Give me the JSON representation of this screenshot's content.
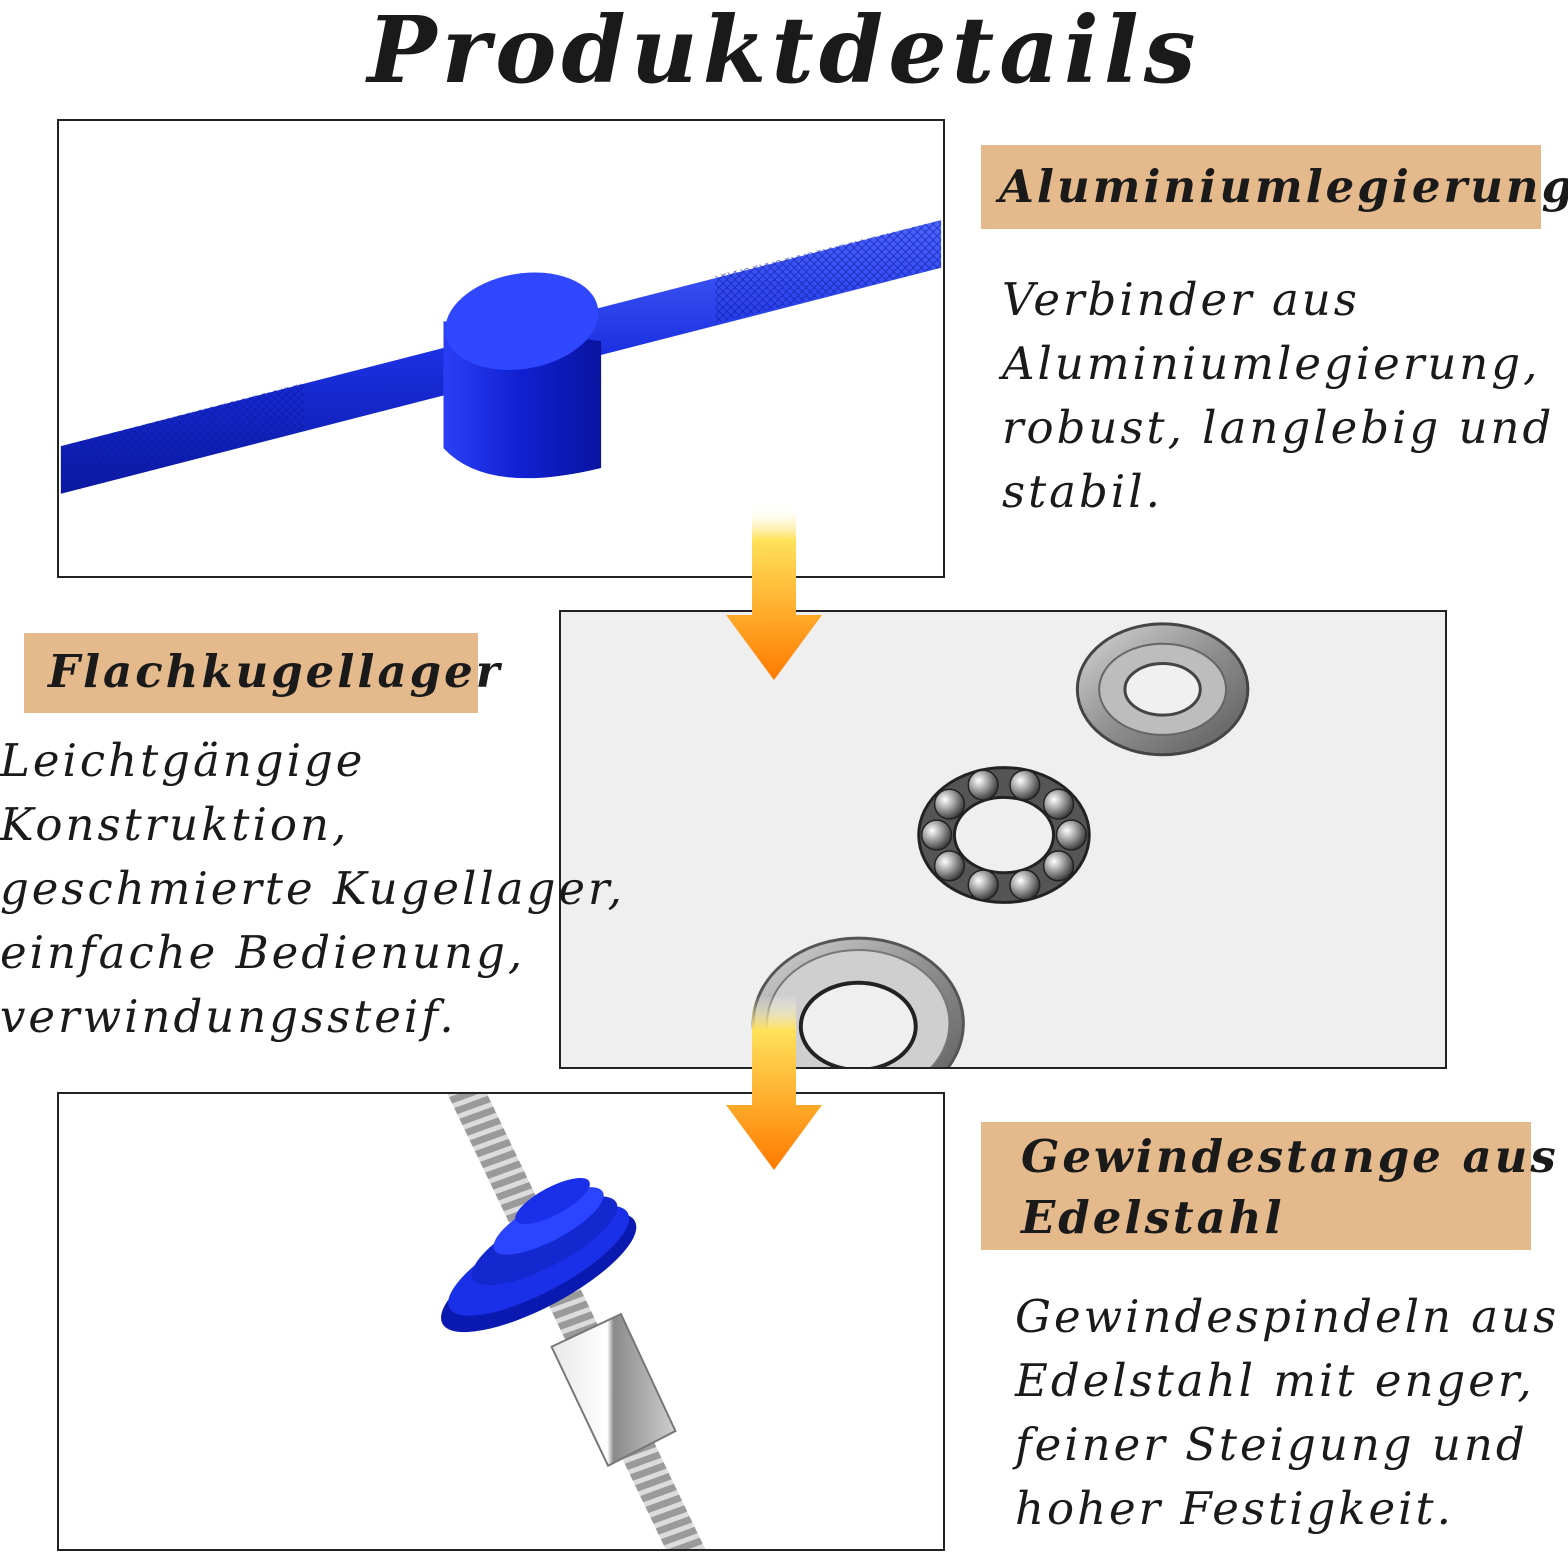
{
  "page": {
    "title": "Produktdetails"
  },
  "sections": [
    {
      "heading": "Aluminiumlegierung",
      "lines": [
        "Verbinder aus",
        "Aluminiumlegierung,",
        "robust, langlebig und",
        "stabil."
      ]
    },
    {
      "heading": "Flachkugellager",
      "lines": [
        "Leichtgängige",
        "Konstruktion,",
        "geschmierte Kugellager,",
        "einfache Bedienung,",
        "verwindungssteif."
      ]
    },
    {
      "heading_lines": [
        "Gewindestange aus",
        "Edelstahl"
      ],
      "lines": [
        "Gewindespindeln aus",
        "Edelstahl mit enger,",
        "feiner Steigung und",
        "hoher Festigkeit."
      ]
    }
  ],
  "colors": {
    "tag_bg": "#e4b98b",
    "part_blue": "#1a2fe0",
    "arrow_top": "#ffe15a",
    "arrow_bottom": "#ff7a00"
  },
  "icons": [
    "aluminium-connector-image",
    "thrust-bearing-image",
    "threaded-rod-image",
    "down-arrow-icon"
  ]
}
